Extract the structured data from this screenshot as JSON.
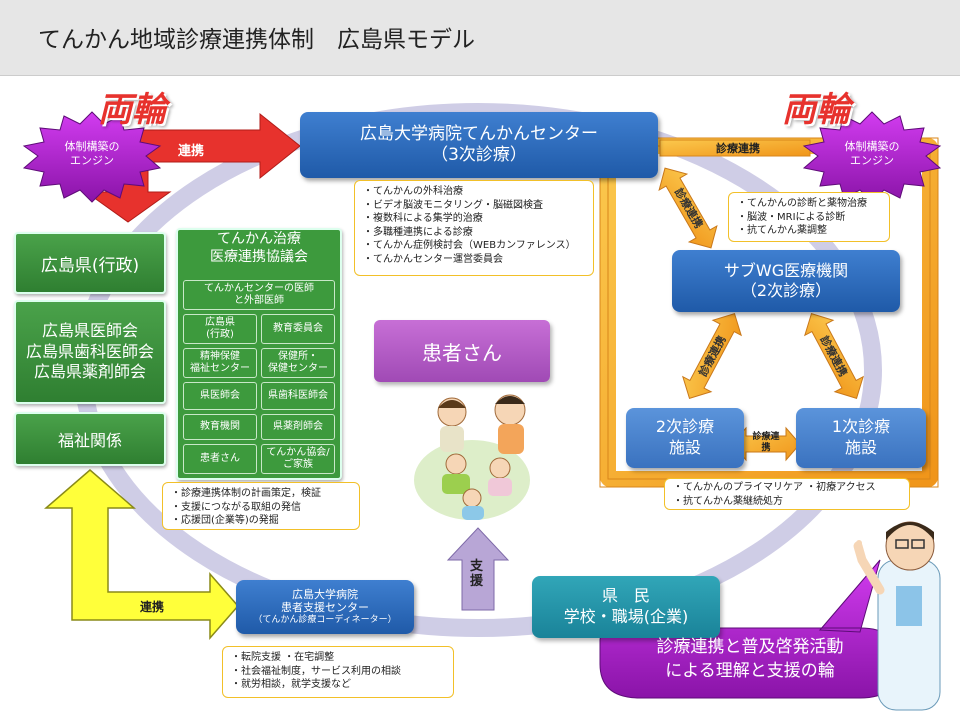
{
  "title": "てんかん地域診療連携体制　広島県モデル",
  "ryorin_left": "両輪",
  "ryorin_right": "両輪",
  "engine_left": [
    "体制構築の",
    "エンジン"
  ],
  "engine_right": [
    "体制構築の",
    "エンジン"
  ],
  "arrow_labels": {
    "renkei_top": "連携",
    "shinryo_renkei_top": "診療連携",
    "renkei_bottom": "連携",
    "shien": "支援",
    "shinryo_renkei_diag1": "診療連携",
    "shinryo_renkei_diag2": "診療連携",
    "shinryo_renkei_diag3": "診療連携",
    "shinryo_renkei_mid": "診療連携"
  },
  "hospital": {
    "line1": "広島大学病院てんかんセンター",
    "line2": "（3次診療）"
  },
  "hospital_notes": [
    "・てんかんの外科治療",
    "・ビデオ脳波モニタリング・脳磁図検査",
    "・複数科による集学的治療",
    "・多職種連携による診療",
    "・てんかん症例検討会（WEBカンファレンス）",
    "・てんかんセンター運営委員会"
  ],
  "subwg": {
    "line1": "サブWG医療機関",
    "line2": "（2次診療）"
  },
  "subwg_notes": [
    "・てんかんの診断と薬物治療",
    "・脳波・MRIによる診断",
    "・抗てんかん薬調整"
  ],
  "niji": {
    "line1": "2次診療",
    "line2": "施設"
  },
  "ichiji": {
    "line1": "1次診療",
    "line2": "施設"
  },
  "clinic_notes": [
    "・てんかんのプライマリケア ・初療アクセス",
    "・抗てんかん薬継続処方"
  ],
  "left_orgs": {
    "gyosei": "広島県(行政)",
    "ishikai": [
      "広島県医師会",
      "広島県歯科医師会",
      "広島県薬剤師会"
    ],
    "fukushi": "福祉関係"
  },
  "council": {
    "title": [
      "てんかん治療",
      "医療連携協議会"
    ],
    "members": {
      "center": [
        "てんかんセンターの医師",
        "と外部医師"
      ],
      "pref": [
        "広島県",
        "(行政)"
      ],
      "edu_comm": "教育委員会",
      "mental": [
        "精神保健",
        "福祉センター"
      ],
      "health": [
        "保健所・",
        "保健センター"
      ],
      "med_assoc": "県医師会",
      "dental": "県歯科医師会",
      "edu_inst": "教育機関",
      "pharm": "県薬剤師会",
      "patient": "患者さん",
      "assoc": [
        "てんかん協会/",
        "ご家族"
      ]
    }
  },
  "council_notes": [
    "・診療連携体制の計画策定，検証",
    "・支援につながる取組の発信",
    "・応援団(企業等)の発掘"
  ],
  "patient": "患者さん",
  "support_center": {
    "line1": "広島大学病院",
    "line2": "患者支援センター",
    "line3": "（てんかん診療コーディネーター）"
  },
  "support_notes": [
    "・転院支援 ・在宅調整",
    "・社会福祉制度，サービス利用の相談",
    "・就労相談，就学支援など"
  ],
  "citizen": {
    "line1": "県　民",
    "line2": "学校・職場(企業)"
  },
  "ring_text": [
    "診療連携と普及啓発活動",
    "による理解と支援の輪"
  ],
  "colors": {
    "red": "#e7322d",
    "yellow": "#ffff00",
    "purple": "#a51fc2",
    "orange": "#f7a823",
    "blue": "#2a68b8",
    "green": "#3a9a3a"
  }
}
